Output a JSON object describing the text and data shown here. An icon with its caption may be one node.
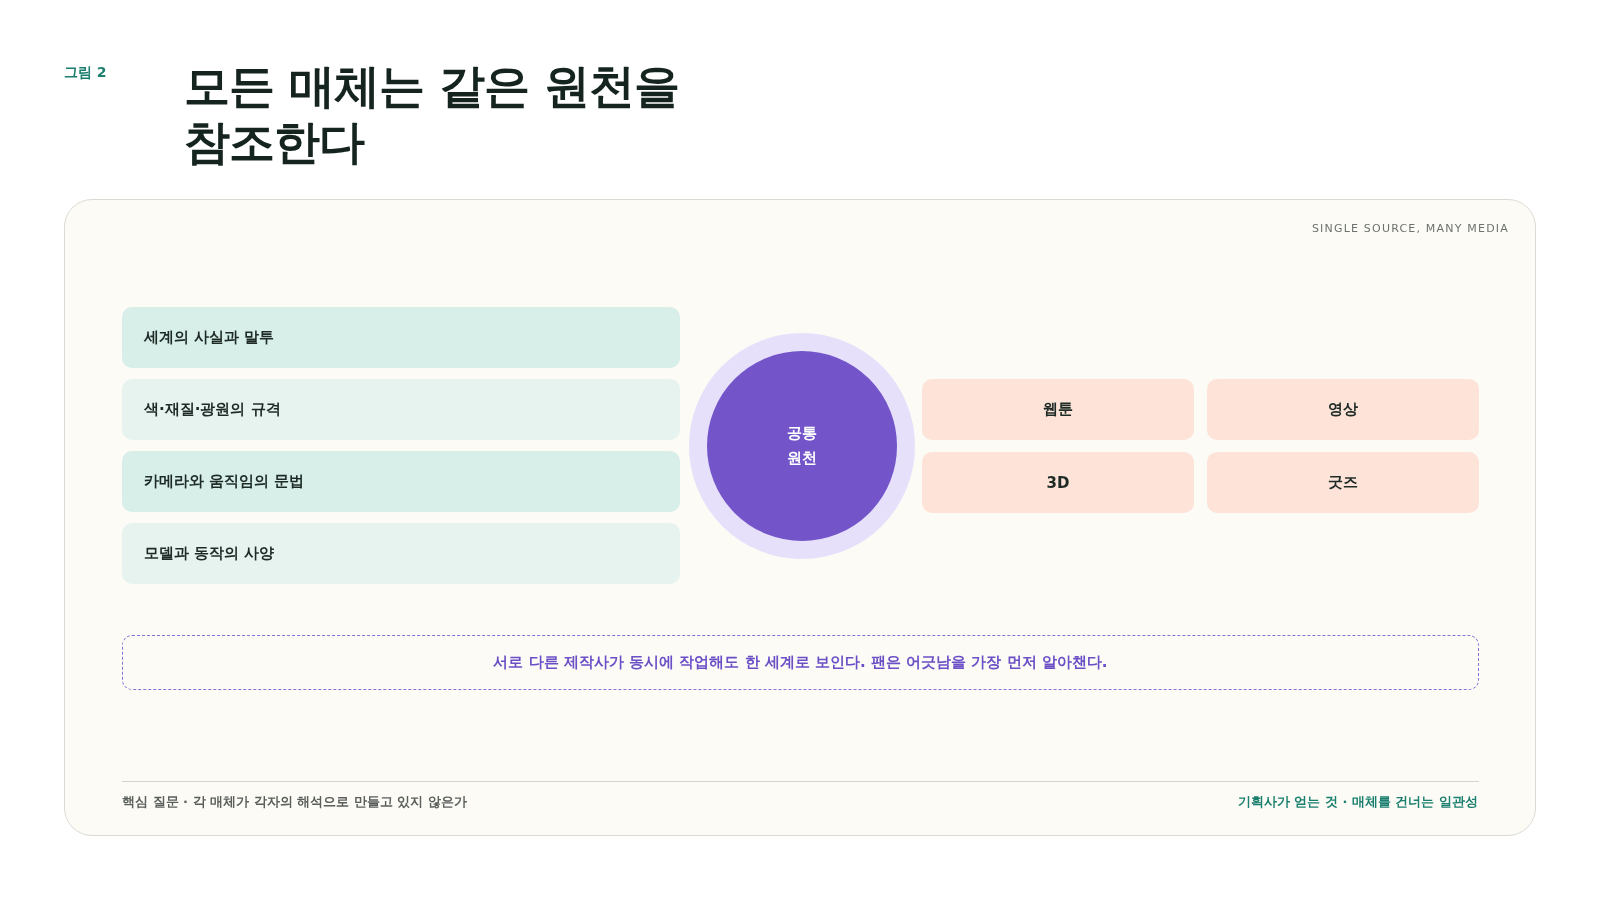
{
  "diagram": {
    "title": "모든 매체는 같은 원천을 참조한다",
    "nodes": [
      {
        "text": [
          "SINGLE SOURCE, MANY MEDIA"
        ]
      },
      {
        "text": [
          "세계의 사실과 말투"
        ],
        "in": 0
      },
      {
        "text": [
          "색·재질·광원의 규격"
        ],
        "in": 0
      },
      {
        "text": [
          "카메라와 움직임의 문법"
        ],
        "in": 0
      },
      {
        "text": [
          "모델과 동작의 사양"
        ],
        "in": 0
      },
      {
        "text": [
          "공통 원천"
        ],
        "in": 0
      },
      {
        "text": [
          "웹툰"
        ],
        "in": 0
      },
      {
        "text": [
          "영상"
        ],
        "in": 0
      },
      {
        "text": [
          "3D"
        ],
        "in": 0
      },
      {
        "text": [
          "굿즈"
        ],
        "in": 0
      },
      {
        "text": [
          "서로 다른 제작사가 동시에 작업해도 한 세계로 보인다. 팬은 어긋남을 가장 먼저 알아챈다."
        ],
        "in": 0
      }
    ],
    "labels": [
      "그림 2",
      "핵심 질문 · 각 매체가 각자의 해석으로 만들고 있지 않은가",
      "기획사가 얻는 것 · 매체를 건너는 일관성"
    ]
  }
}
